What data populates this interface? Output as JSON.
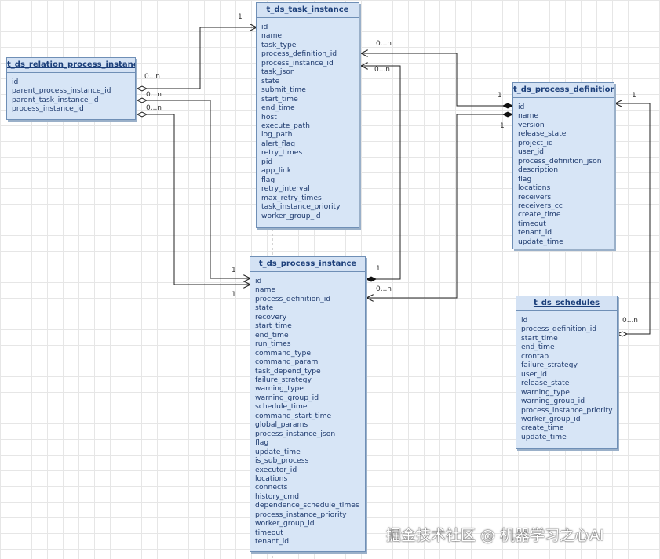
{
  "tables": {
    "task_instance": {
      "title": "t_ds_task_instance",
      "columns": [
        "id",
        "name",
        "task_type",
        "process_definition_id",
        "process_instance_id",
        "task_json",
        "state",
        "submit_time",
        "start_time",
        "end_time",
        "host",
        "execute_path",
        "log_path",
        "alert_flag",
        "retry_times",
        "pid",
        "app_link",
        "flag",
        "retry_interval",
        "max_retry_times",
        "task_instance_priority",
        "worker_group_id"
      ]
    },
    "relation_process_instance": {
      "title": "t_ds_relation_process_instance",
      "columns": [
        "id",
        "parent_process_instance_id",
        "parent_task_instance_id",
        "process_instance_id"
      ]
    },
    "process_definition": {
      "title": "t_ds_process_definition",
      "columns": [
        "id",
        "name",
        "version",
        "release_state",
        "project_id",
        "user_id",
        "process_definition_json",
        "description",
        "flag",
        "locations",
        "receivers",
        "receivers_cc",
        "create_time",
        "timeout",
        "tenant_id",
        "update_time"
      ]
    },
    "process_instance": {
      "title": "t_ds_process_instance",
      "columns": [
        "id",
        "name",
        "process_definition_id",
        "state",
        "recovery",
        "start_time",
        "end_time",
        "run_times",
        "command_type",
        "command_param",
        "task_depend_type",
        "failure_strategy",
        "warning_type",
        "warning_group_id",
        "schedule_time",
        "command_start_time",
        "global_params",
        "process_instance_json",
        "flag",
        "update_time",
        "is_sub_process",
        "executor_id",
        "locations",
        "connects",
        "history_cmd",
        "dependence_schedule_times",
        "process_instance_priority",
        "worker_group_id",
        "timeout",
        "tenant_id"
      ]
    },
    "schedules": {
      "title": "t_ds_schedules",
      "columns": [
        "id",
        "process_definition_id",
        "start_time",
        "end_time",
        "crontab",
        "failure_strategy",
        "user_id",
        "release_state",
        "warning_type",
        "warning_group_id",
        "process_instance_priority",
        "worker_group_id",
        "create_time",
        "update_time"
      ]
    }
  },
  "multiplicity": {
    "rel_to_task_one": "1",
    "rel_parent_process_many": "0...n",
    "rel_parent_task_many": "0...n",
    "rel_process_instance_many": "0...n",
    "rel_to_process_one_a": "1",
    "rel_to_process_one_b": "1",
    "task_def_many": "0...n",
    "task_proc_many": "0...n",
    "def_one_a": "1",
    "def_one_b": "1",
    "proc_task_one": "1",
    "proc_def_many": "0...n",
    "sched_def_one": "1",
    "sched_def_many": "0...n"
  },
  "watermark": "掘金技术社区 @ 机器学习之心AI"
}
